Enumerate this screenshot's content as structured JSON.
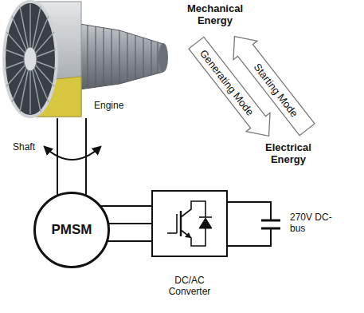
{
  "diagram": {
    "nodes": [
      {
        "text": [
          "Starting Mode"
        ]
      },
      {
        "text": [
          "Generating Mode"
        ]
      },
      {
        "text": [
          "PMSM"
        ]
      },
      {
        "text": [
          "DC/AC Converter"
        ]
      }
    ],
    "edges": [
      {
        "from": 2,
        "to": 3,
        "arrow": "none"
      },
      {
        "from": 2,
        "to": 3,
        "arrow": "none"
      },
      {
        "from": 2,
        "to": 3,
        "arrow": "none"
      }
    ],
    "labels": [
      "Mechanical Energy",
      "Engine",
      "Electrical Energy",
      "Shaft",
      "270V DC-bus"
    ]
  }
}
